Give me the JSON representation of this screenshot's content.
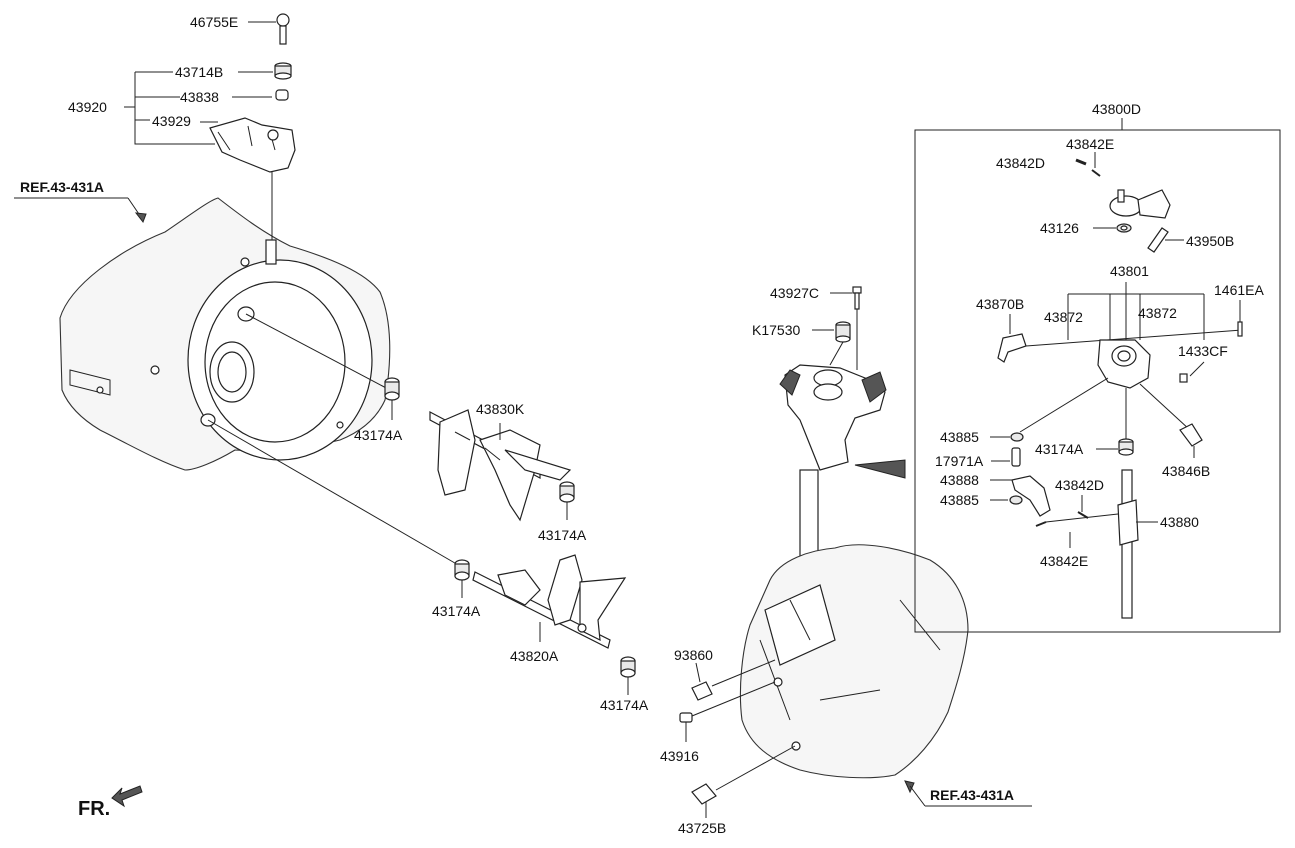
{
  "labels": {
    "p46755E": "46755E",
    "p43714B": "43714B",
    "p43838": "43838",
    "p43920": "43920",
    "p43929": "43929",
    "ref_left": "REF.43-431A",
    "p43174A_1": "43174A",
    "p43830K": "43830K",
    "p43174A_2": "43174A",
    "p43174A_3": "43174A",
    "p43820A": "43820A",
    "p43174A_4": "43174A",
    "fr": "FR.",
    "p43927C": "43927C",
    "pK17530": "K17530",
    "p93860": "93860",
    "p43916": "43916",
    "p43725B": "43725B",
    "ref_right": "REF.43-431A",
    "p43800D": "43800D",
    "p43842E_top": "43842E",
    "p43842D_top": "43842D",
    "p43126": "43126",
    "p43950B": "43950B",
    "p43801": "43801",
    "p43870B": "43870B",
    "p43872_a": "43872",
    "p43872_b": "43872",
    "p1461EA": "1461EA",
    "p1433CF": "1433CF",
    "p43885_a": "43885",
    "p43174A_5": "43174A",
    "p43846B": "43846B",
    "p17971A": "17971A",
    "p43888": "43888",
    "p43842D_bot": "43842D",
    "p43885_b": "43885",
    "p43880": "43880",
    "p43842E_bot": "43842E"
  }
}
